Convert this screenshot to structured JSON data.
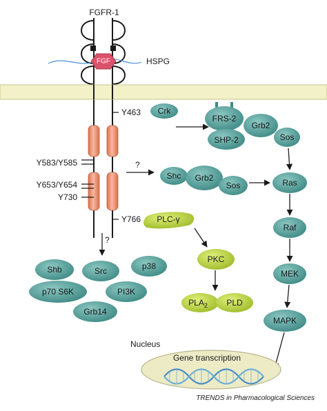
{
  "receptor": "FGFR-1",
  "ligand": "FGF",
  "hspg": "HSPG",
  "sites": {
    "y463": "Y463",
    "y583": "Y583/Y585",
    "y653": "Y653/Y654",
    "y730": "Y730",
    "y766": "Y766"
  },
  "question_marks": {
    "upper": "?",
    "lower": "?"
  },
  "nodes": {
    "crk": "Crk",
    "frs2": "FRS-2",
    "shp2": "SHP-2",
    "grb2_top": "Grb2",
    "sos_top": "Sos",
    "shc": "Shc",
    "grb2_mid": "Grb2",
    "sos_mid": "Sos",
    "ras": "Ras",
    "raf": "Raf",
    "mek": "MEK",
    "mapk": "MAPK",
    "plcg": "PLC-γ",
    "pkc": "PKC",
    "pla2": "PLA",
    "pla2_sub": "2",
    "pld": "PLD",
    "shb": "Shb",
    "src": "Src",
    "p38": "p38",
    "p70": "p70 S6K",
    "pi3k": "PI3K",
    "grb14": "Grb14"
  },
  "nucleus": "Nucleus",
  "gene": "Gene transcription",
  "source": "TRENDS in Pharmacological Sciences",
  "colors": {
    "teal": "#5fa8a3",
    "teal_dark": "#3f8a85",
    "green": "#c4dc4a",
    "green_dark": "#9fbb2a",
    "cylinder": "#ef9a7e",
    "cylinder_dark": "#d9714f",
    "membrane": "#f3f1c8",
    "fgf": "#d9536b",
    "nucleus_fill": "#ecebc6"
  }
}
